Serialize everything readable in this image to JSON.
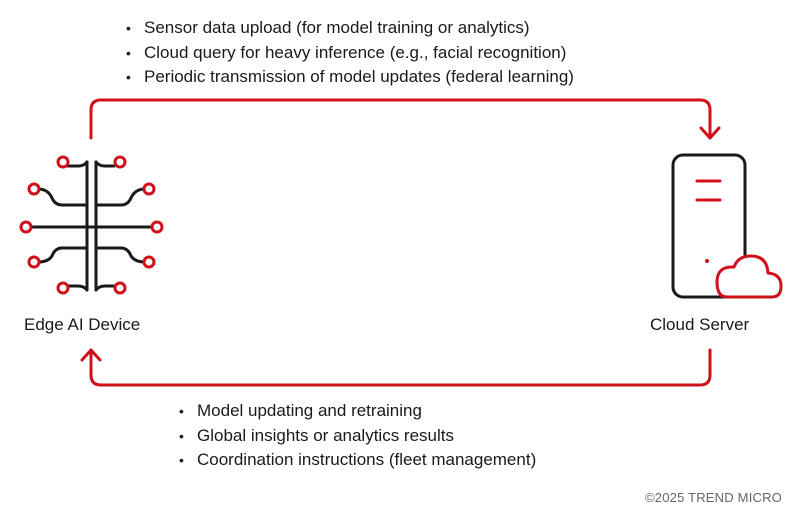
{
  "colors": {
    "accent": "#d0111b",
    "ink": "#1a1a1a",
    "muted": "#666666"
  },
  "upload_flow": {
    "items": [
      "Sensor data upload (for model training or analytics)",
      "Cloud query for heavy inference (e.g., facial recognition)",
      "Periodic transmission of model updates (federal learning)"
    ]
  },
  "download_flow": {
    "items": [
      "Model updating and retraining",
      "Global insights or analytics results",
      "Coordination instructions (fleet management)"
    ]
  },
  "edge_device": {
    "label": "Edge AI Device",
    "icon": "circuit-chip-icon"
  },
  "cloud_server": {
    "label": "Cloud Server",
    "icon": "server-cloud-icon"
  },
  "footer": {
    "copyright": "©2025 TREND MICRO"
  }
}
